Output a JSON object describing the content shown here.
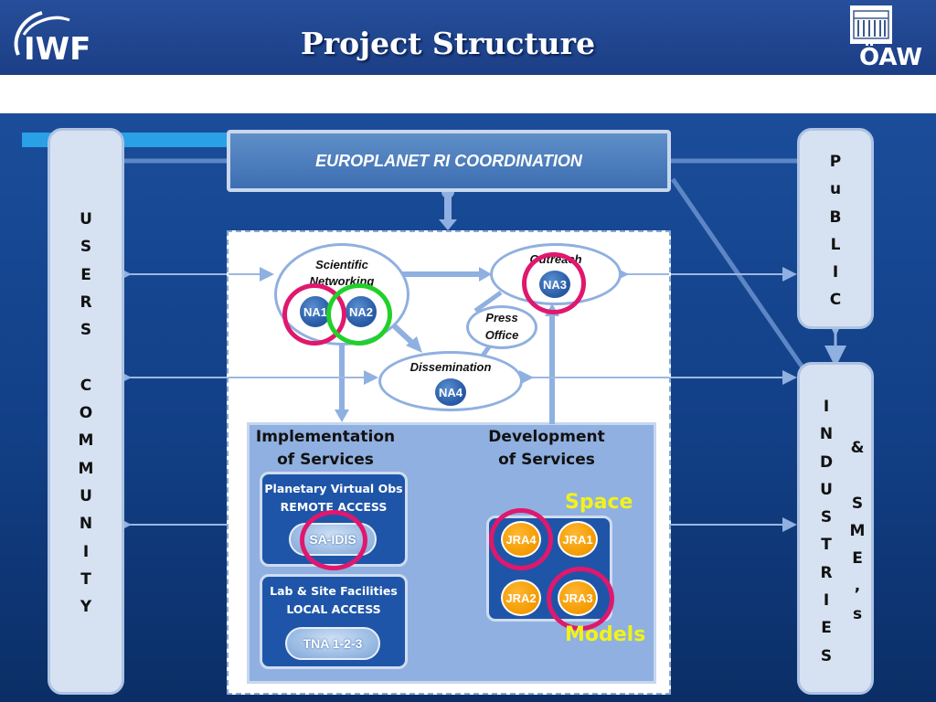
{
  "header": {
    "title": "Project Structure",
    "left_logo_text": "IWF",
    "right_logo_text": "ÖAW"
  },
  "coordination": {
    "label": "EUROPLANET  RI COORDINATION"
  },
  "users_community": {
    "letters": [
      "U",
      "S",
      "E",
      "R",
      "S",
      "",
      "C",
      "O",
      "M",
      "M",
      "U",
      "N",
      "I",
      "T",
      "Y"
    ]
  },
  "public": {
    "letters": [
      "P",
      "u",
      "B",
      "L",
      "I",
      "C"
    ]
  },
  "industries": {
    "letters": [
      "I",
      "N",
      "D",
      "U",
      "S",
      "T",
      "R",
      "I",
      "E",
      "S"
    ],
    "sme_letters": [
      "&",
      "",
      "S",
      "M",
      "E",
      ",",
      "s"
    ]
  },
  "networking": {
    "label_line1": "Scientific",
    "label_line2": "Networking",
    "na1": "NA1",
    "na2": "NA2"
  },
  "outreach": {
    "label": "Outreach",
    "na3": "NA3"
  },
  "press_office": {
    "line1": "Press",
    "line2": "Office"
  },
  "dissemination": {
    "label": "Dissemination",
    "na4": "NA4"
  },
  "implementation": {
    "heading_line1": "Implementation",
    "heading_line2": "of Services",
    "remote": {
      "line1": "Planetary Virtual Obs",
      "line2": "REMOTE ACCESS",
      "pill": "SA-IDIS"
    },
    "local": {
      "line1": "Lab & Site Facilities",
      "line2": "LOCAL  ACCESS",
      "pill": "TNA 1-2-3"
    }
  },
  "development": {
    "heading_line1": "Development",
    "heading_line2": "of Services",
    "space_label": "Space",
    "models_label": "Models",
    "jra": [
      "JRA4",
      "JRA1",
      "JRA2",
      "JRA3"
    ]
  },
  "colors": {
    "header_blue": "#264e9a",
    "background_blue": "#1a4d9a",
    "highlight_pink": "#e0186d",
    "highlight_green": "#22d02a",
    "jra_orange": "#f39a00",
    "na_blue": "#2a5ea8",
    "yellow_label": "#f2f21a"
  }
}
